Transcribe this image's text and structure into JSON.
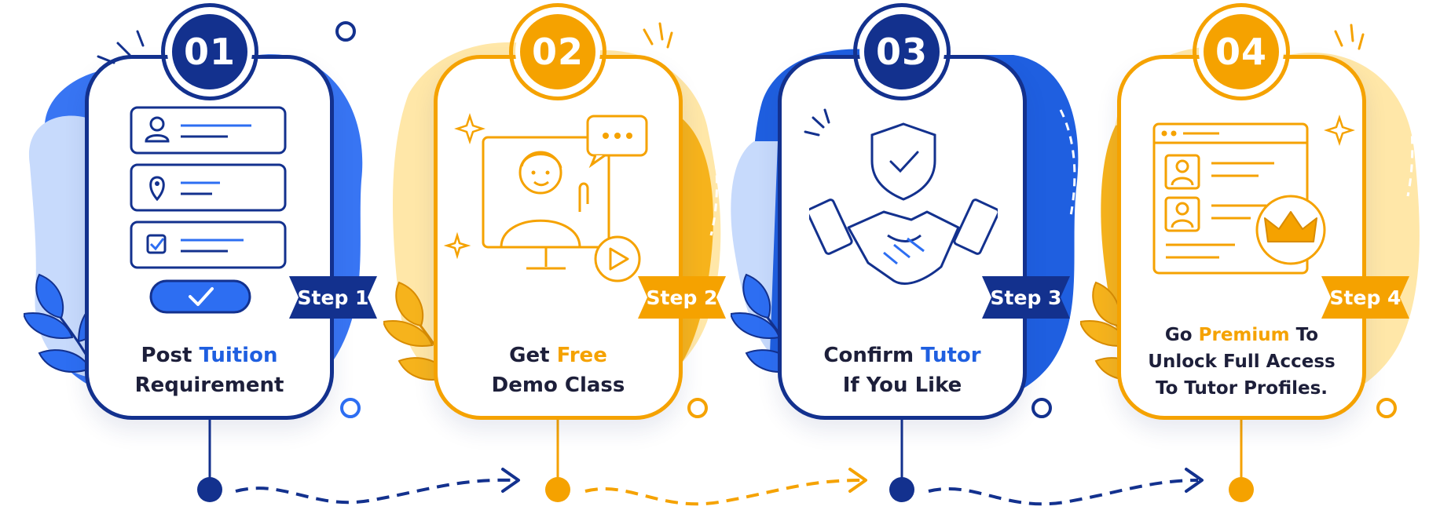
{
  "colors": {
    "blue": "#1f5fe0",
    "navy": "#13318e",
    "orange": "#f5a200",
    "light_blue": "#c7dafc",
    "light_orange": "#ffe7a8",
    "text": "#1d1f3a"
  },
  "steps": [
    {
      "badge": "01",
      "tag": "Step 1",
      "title_pre": "Post",
      "title_highlight": "Tuition",
      "title_post": "",
      "title_line2": "Requirement",
      "title_line3": "",
      "icon": "form-checklist-icon"
    },
    {
      "badge": "02",
      "tag": "Step 2",
      "title_pre": "Get",
      "title_highlight": "Free",
      "title_post": "",
      "title_line2": "Demo Class",
      "title_line3": "",
      "icon": "video-demo-monitor-icon"
    },
    {
      "badge": "03",
      "tag": "Step 3",
      "title_pre": "Confirm",
      "title_highlight": "Tutor",
      "title_post": "",
      "title_line2": "If You Like",
      "title_line3": "",
      "icon": "handshake-shield-icon"
    },
    {
      "badge": "04",
      "tag": "Step 4",
      "title_pre": "Go",
      "title_highlight": "Premium",
      "title_post": "To",
      "title_line2": "Unlock Full Access",
      "title_line3": "To Tutor Profiles.",
      "icon": "premium-crown-profiles-icon"
    }
  ]
}
